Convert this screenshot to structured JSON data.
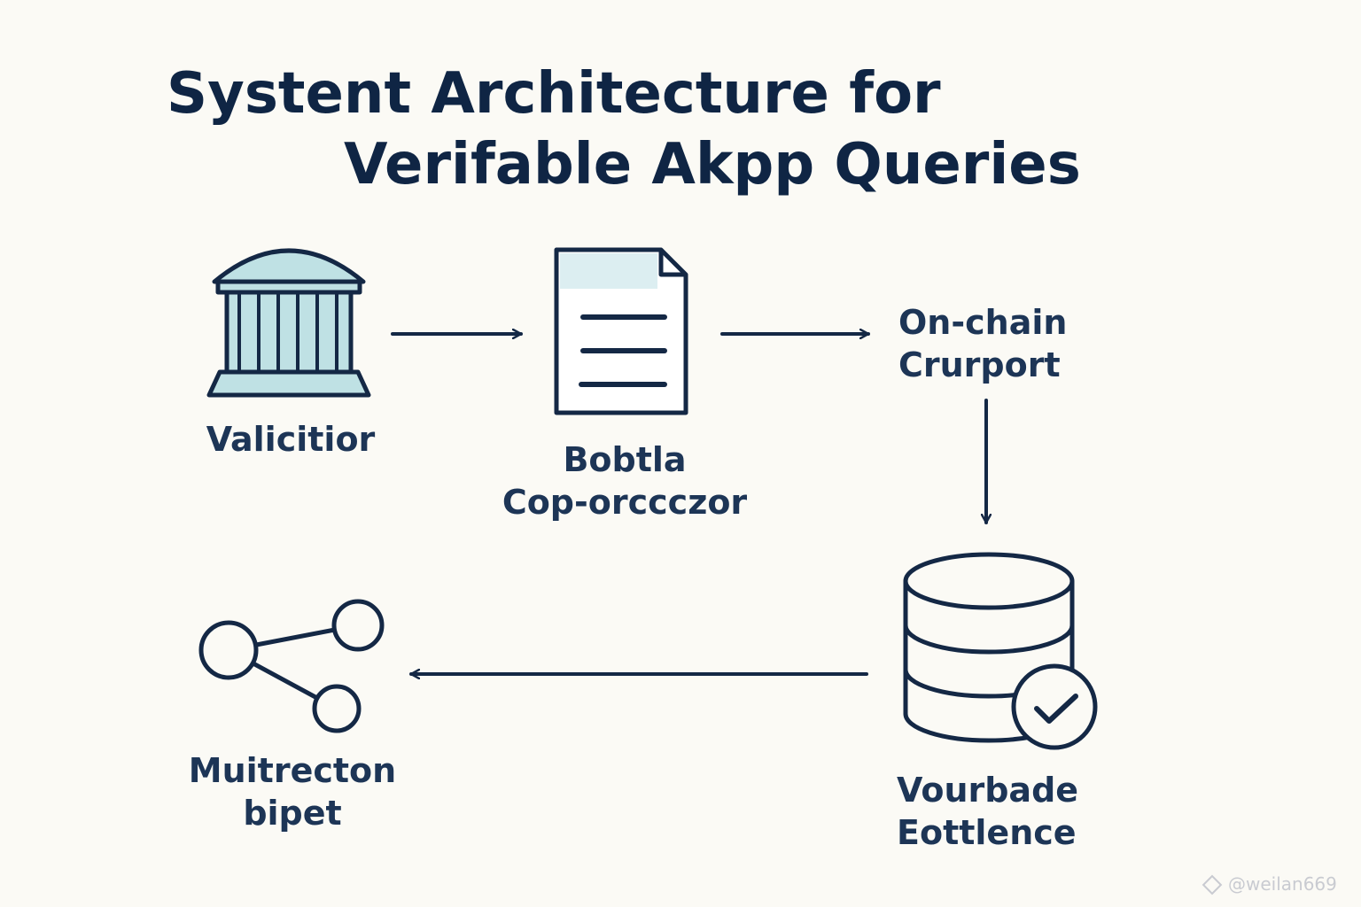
{
  "title": {
    "line1": "Systent Architecture for",
    "line2": "Verifable Akpp  Queries"
  },
  "nodes": {
    "validator": {
      "icon": "bank-building-icon",
      "lines": [
        "Valicitior"
      ]
    },
    "coprocessor": {
      "icon": "document-icon",
      "lines": [
        "Bobtla",
        "Cop-orccczor"
      ]
    },
    "onchain": {
      "icon": "",
      "lines": [
        "On-chain",
        "Crurport"
      ]
    },
    "verifiable": {
      "icon": "database-check-icon",
      "lines": [
        "Vourbade",
        "Eottlence"
      ]
    },
    "multiproton": {
      "icon": "share-network-icon",
      "lines": [
        "Muitrecton",
        "bipet"
      ]
    }
  },
  "colors": {
    "ink": "#142845",
    "icon_fill": "#bfe1e4",
    "background": "#fbfaf5"
  },
  "watermark": {
    "text": "@weilan669"
  }
}
